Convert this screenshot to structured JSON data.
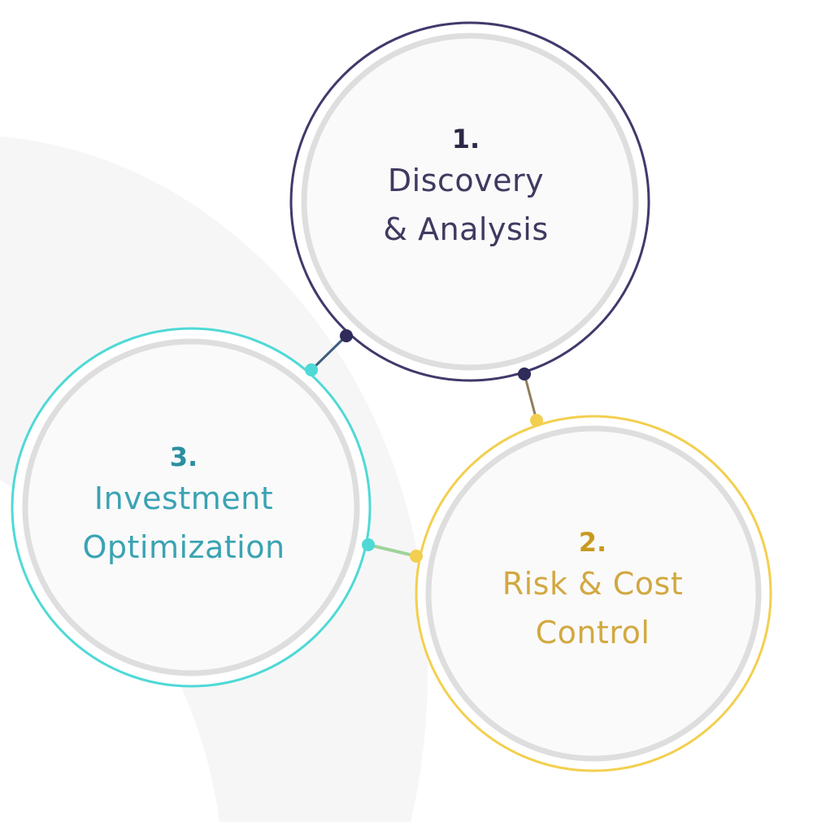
{
  "steps": [
    {
      "number": "1.",
      "line1": "Discovery",
      "line2": "& Analysis",
      "color": "#3e3a60"
    },
    {
      "number": "2.",
      "line1": "Risk & Cost",
      "line2": "Control",
      "color": "#d2a842"
    },
    {
      "number": "3.",
      "line1": "Investment",
      "line2": "Optimization",
      "color": "#3aa3b3"
    }
  ],
  "colors": {
    "navy": "#3f3a6b",
    "gold": "#f3cf4f",
    "teal": "#4fd9d6",
    "background_arc": "#f6f6f6",
    "circle_fill": "#fafafa",
    "inner_ring": "#dcdcdc"
  }
}
